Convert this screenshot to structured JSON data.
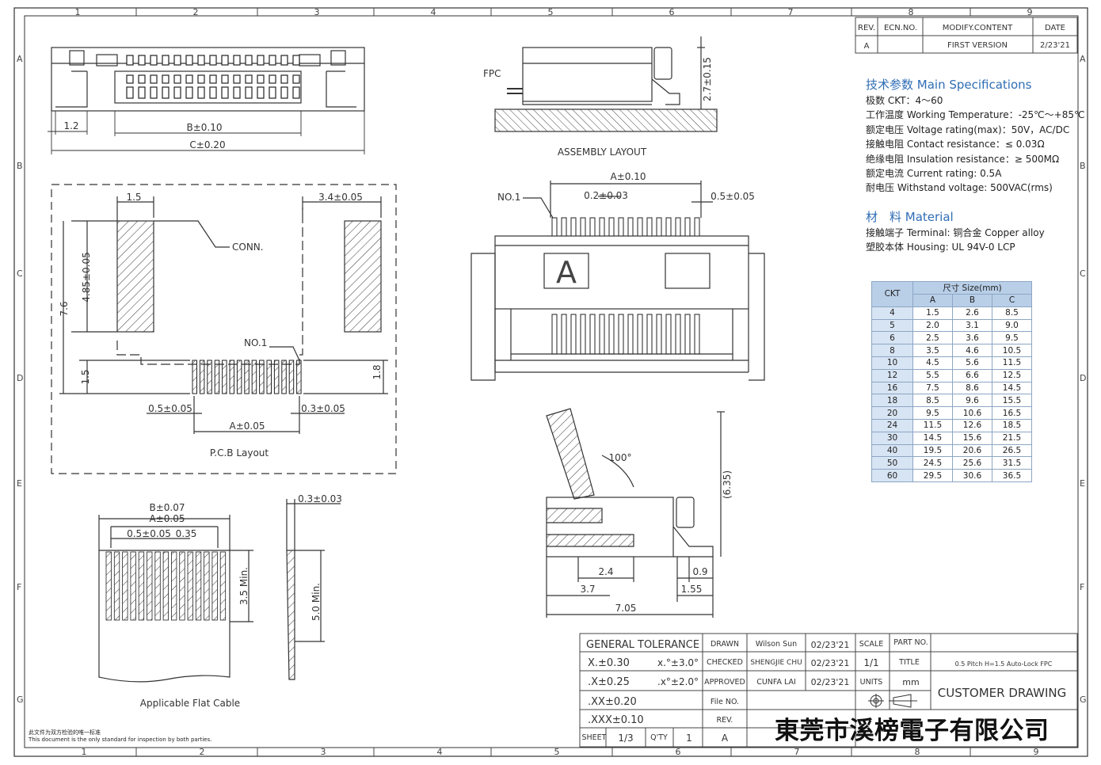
{
  "frame": {
    "col_numbers": [
      "1",
      "2",
      "3",
      "4",
      "5",
      "6",
      "7",
      "8",
      "9"
    ],
    "row_letters": [
      "A",
      "B",
      "C",
      "D",
      "E",
      "F",
      "G"
    ]
  },
  "revision": {
    "headers": [
      "REV.",
      "ECN.NO.",
      "MODIFY.CONTENT",
      "DATE"
    ],
    "row": [
      "A",
      "",
      "FIRST VERSION",
      "2/23'21"
    ]
  },
  "specs": {
    "title": "技术参数 Main Specifications",
    "items": [
      "极数 CKT：4～60",
      "工作温度 Working Temperature：-25℃～+85℃",
      "额定电压 Voltage rating(max)：50V，AC/DC",
      "接触电阻 Contact resistance：≤ 0.03Ω",
      "绝缘电阻 Insulation resistance：≥ 500MΩ",
      "额定电流 Current rating: 0.5A",
      "耐电压 Withstand voltage: 500VAC(rms)"
    ],
    "material_title": "材　料 Material",
    "material_items": [
      "接触端子 Terminal: 铜合金 Copper alloy",
      "塑胶本体 Housing: UL 94V-0 LCP"
    ]
  },
  "size_table": {
    "ckt_header": "CKT",
    "group_header": "尺寸 Size(mm)",
    "col_headers": [
      "A",
      "B",
      "C"
    ],
    "rows": [
      [
        "4",
        "1.5",
        "2.6",
        "8.5"
      ],
      [
        "5",
        "2.0",
        "3.1",
        "9.0"
      ],
      [
        "6",
        "2.5",
        "3.6",
        "9.5"
      ],
      [
        "8",
        "3.5",
        "4.6",
        "10.5"
      ],
      [
        "10",
        "4.5",
        "5.6",
        "11.5"
      ],
      [
        "12",
        "5.5",
        "6.6",
        "12.5"
      ],
      [
        "16",
        "7.5",
        "8.6",
        "14.5"
      ],
      [
        "18",
        "8.5",
        "9.6",
        "15.5"
      ],
      [
        "20",
        "9.5",
        "10.6",
        "16.5"
      ],
      [
        "24",
        "11.5",
        "12.6",
        "18.5"
      ],
      [
        "30",
        "14.5",
        "15.6",
        "21.5"
      ],
      [
        "40",
        "19.5",
        "20.6",
        "26.5"
      ],
      [
        "50",
        "24.5",
        "25.6",
        "31.5"
      ],
      [
        "60",
        "29.5",
        "30.6",
        "36.5"
      ]
    ]
  },
  "drawing": {
    "top_view": {
      "dim_left": "1.2",
      "dim_b": "B±0.10",
      "dim_c": "C±0.20"
    },
    "assembly": {
      "fpc_label": "FPC",
      "height_dim": "2.7±0.15",
      "caption": "ASSEMBLY LAYOUT"
    },
    "pcb": {
      "dim_1_5_top": "1.5",
      "dim_3_4": "3.4±0.05",
      "conn_label": "CONN.",
      "dim_4_85": "4.85±0.05",
      "dim_7_6": "7.6",
      "no1_label": "NO.1",
      "dim_1_5_side": "1.5",
      "dim_1_8": "1.8",
      "dim_0_5": "0.5±0.05",
      "dim_0_3": "0.3±0.05",
      "dim_a": "A±0.05",
      "caption": "P.C.B Layout"
    },
    "front": {
      "dim_a": "A±0.10",
      "no1_label": "NO.1",
      "dim_0_2": "0.2±0.03",
      "dim_0_5": "0.5±0.05",
      "marker": "A"
    },
    "side": {
      "angle": "100°",
      "height": "(6.35)",
      "dim_2_4": "2.4",
      "dim_0_9": "0.9",
      "dim_3_7": "3.7",
      "dim_1_55": "1.55",
      "dim_7_05": "7.05"
    },
    "cable": {
      "dim_b": "B±0.07",
      "dim_a": "A±0.05",
      "dim_0_5": "0.5±0.05",
      "dim_0_35": "0.35",
      "dim_3_5": "3.5 Min.",
      "dim_0_3": "0.3±0.03",
      "dim_5_0": "5.0 Min.",
      "caption": "Applicable Flat Cable"
    }
  },
  "title_block": {
    "general_tolerance": "GENERAL TOLERANCE",
    "tol_rows": [
      "X.±0.30",
      ".X±0.25",
      ".XX±0.20",
      ".XXX±0.10"
    ],
    "angle_tols": [
      "x.°±3.0°",
      ".x°±2.0°"
    ],
    "drawn_label": "DRAWN",
    "drawn_name": "Wilson Sun",
    "drawn_date": "02/23'21",
    "checked_label": "CHECKED",
    "checked_name": "SHENGJIE CHU",
    "checked_date": "02/23'21",
    "approved_label": "APPROVED",
    "approved_name": "CUNFA LAI",
    "approved_date": "02/23'21",
    "file_no_label": "File NO.",
    "rev_label": "REV.",
    "rev_value": "A",
    "sheet_label": "SHEET",
    "sheet_value": "1/3",
    "qty_label": "Q'TY",
    "qty_value": "1",
    "scale_label": "SCALE",
    "scale_value": "1/1",
    "part_no_label": "PART NO.",
    "title_label": "TITLE",
    "title_value": "0.5 Pitch H=1.5 Auto-Lock FPC",
    "units_label": "UNITS",
    "units_value": "mm",
    "customer_drawing": "CUSTOMER DRAWING",
    "company": "東莞市溪榜電子有限公司"
  },
  "footnote": [
    "此文件为双方检验的唯一标准",
    "This document is the only standard for inspection by both parties."
  ]
}
